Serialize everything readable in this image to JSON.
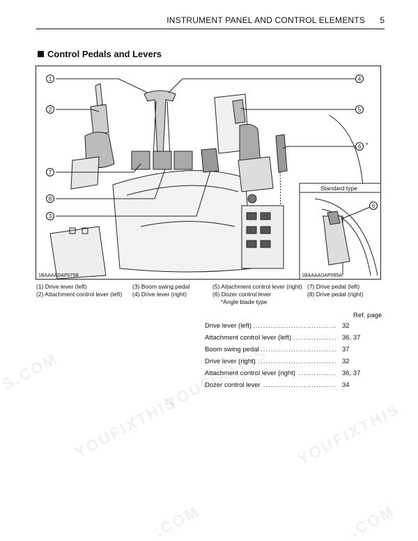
{
  "header": {
    "title": "INSTRUMENT PANEL AND CONTROL ELEMENTS",
    "page_number": "5"
  },
  "section": {
    "title": "Control Pedals and Levers"
  },
  "figure": {
    "main_code": "1BAAAADAP075B",
    "inset_code": "1BAAAADAP095A",
    "inset_title": "Standard type",
    "star": "*",
    "callouts": [
      "1",
      "2",
      "3",
      "4",
      "5",
      "6",
      "7",
      "8"
    ],
    "inset_callout": "6"
  },
  "legend": {
    "col1": [
      "(1) Drive lever (left)",
      "(2) Attachment control lever (left)"
    ],
    "col2": [
      "(3) Boom swing pedal",
      "(4) Drive lever (right)"
    ],
    "col3": [
      "(5) Attachment control lever (right)",
      "(6) Dozer control lever",
      "*Angle blade type"
    ],
    "col4": [
      "(7) Drive pedal (left)",
      "(8) Drive pedal (right)"
    ]
  },
  "reference": {
    "heading": "Ref. page",
    "rows": [
      {
        "label": "Drive lever (left)",
        "page": "32"
      },
      {
        "label": "Attachment control lever (left)",
        "page": "36, 37"
      },
      {
        "label": "Boom swing pedal",
        "page": "37"
      },
      {
        "label": "Drive lever (right)",
        "page": "32"
      },
      {
        "label": "Attachment control lever (right)",
        "page": "36, 37"
      },
      {
        "label": "Dozer control lever",
        "page": "34"
      }
    ]
  },
  "watermark": {
    "text_a": "YOUFIXTHIS",
    "text_b": "S.COM",
    "text_c": ".COM"
  }
}
